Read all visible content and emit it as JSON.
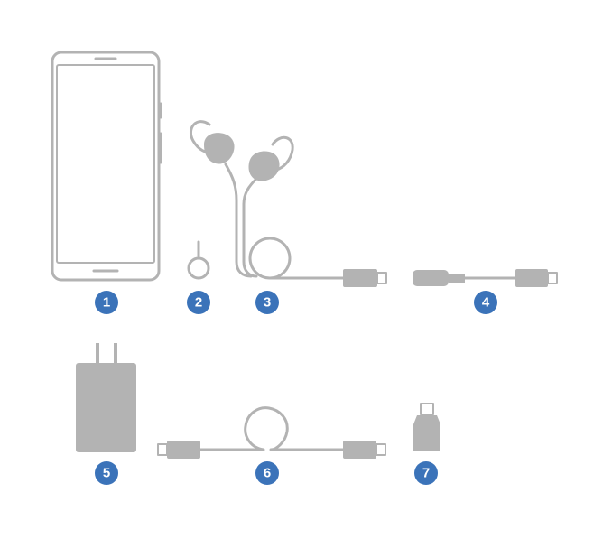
{
  "colors": {
    "part": "#b3b3b3",
    "badge": "#3b73b9",
    "badge_text": "#ffffff"
  },
  "items": [
    {
      "number": "1",
      "name": "phone"
    },
    {
      "number": "2",
      "name": "sim-tool"
    },
    {
      "number": "3",
      "name": "earbuds"
    },
    {
      "number": "4",
      "name": "headphone-adapter"
    },
    {
      "number": "5",
      "name": "power-adapter"
    },
    {
      "number": "6",
      "name": "usb-c-cable"
    },
    {
      "number": "7",
      "name": "quick-switch-adapter"
    }
  ]
}
